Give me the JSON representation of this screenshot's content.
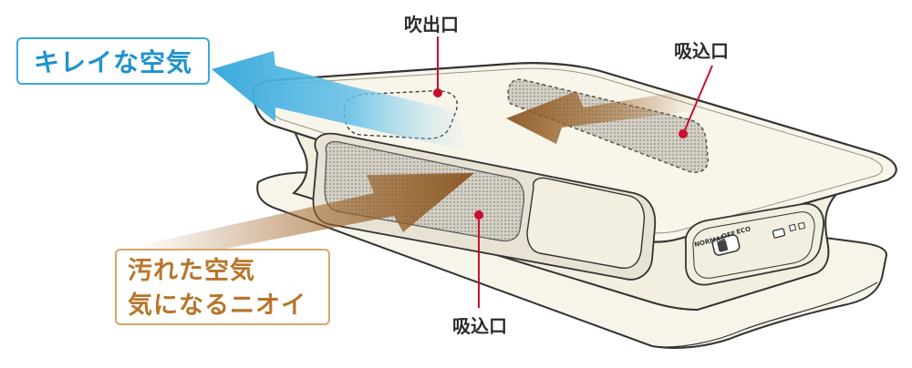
{
  "labels": {
    "clean_air": "キレイな空気",
    "dirty_air_line1": "汚れた空気",
    "dirty_air_line2": "気になるニオイ",
    "outlet": "吹出口",
    "inlet_top": "吸込口",
    "inlet_front": "吸込口"
  },
  "switch": {
    "normal": "NORMAL",
    "off": "OFF",
    "eco": "ECO"
  },
  "colors": {
    "clean_air": "#3aa9dc",
    "dirty_air": "#a0682c",
    "pointer": "#c8102e",
    "device_body": "#f7f4e9",
    "outline": "#333333"
  }
}
